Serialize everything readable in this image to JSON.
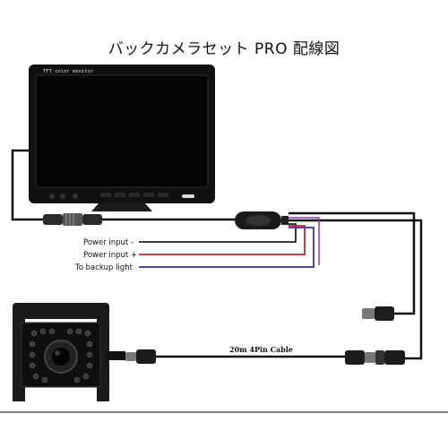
{
  "title": "バックカメラセット PRO 配線図",
  "monitor": {
    "label": "TFT color monitor"
  },
  "wires": [
    {
      "label": "Power input -",
      "color": "#222222"
    },
    {
      "label": "Power input +",
      "color": "#c0262d"
    },
    {
      "label": "To backup light",
      "color": "#3a2fb0"
    }
  ],
  "cable": {
    "label": "20m 4Pin Cable"
  },
  "colors": {
    "cable": "#111111",
    "accent_purple": "#8b3aa8"
  }
}
